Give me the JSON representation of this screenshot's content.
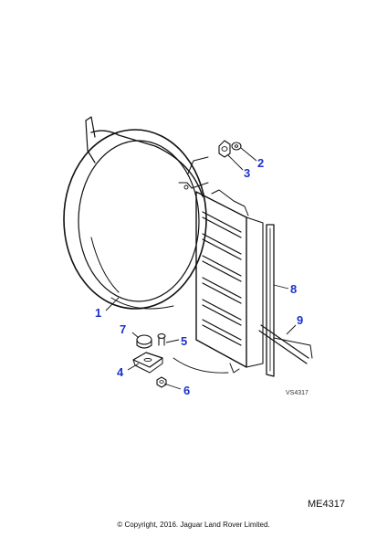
{
  "callouts": {
    "c1": "1",
    "c2": "2",
    "c3": "3",
    "c4": "4",
    "c5": "5",
    "c6": "6",
    "c7": "7",
    "c8": "8",
    "c9": "9"
  },
  "reference_code": "VS4317",
  "part_number": "ME4317",
  "copyright": "© Copyright, 2016. Jaguar Land Rover Limited.",
  "colors": {
    "callout": "#1a33c9",
    "line": "#111111"
  }
}
